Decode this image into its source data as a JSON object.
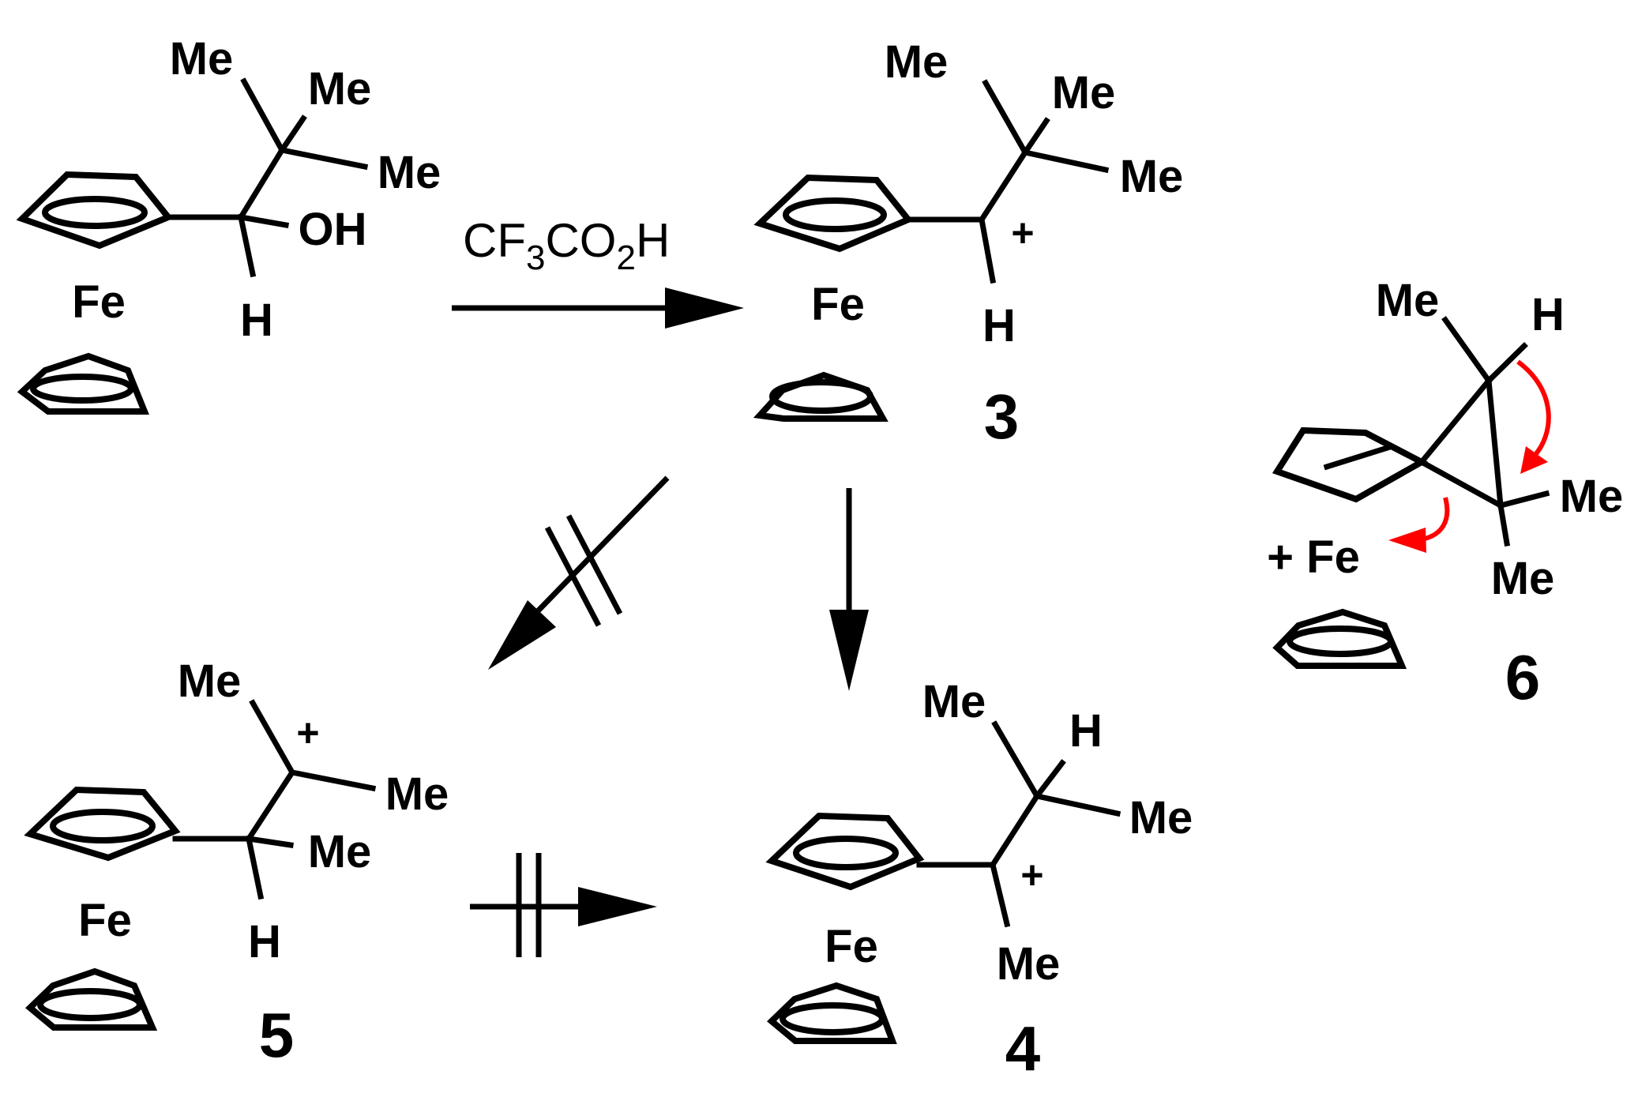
{
  "labels": {
    "me": "Me",
    "fe": "Fe",
    "h": "H",
    "oh": "OH",
    "plus": "+",
    "plus_fe": "+ Fe"
  },
  "reagent": {
    "a": "CF",
    "sub1": "3",
    "b": "CO",
    "sub2": "2",
    "c": "H"
  },
  "compounds": {
    "c3": "3",
    "c4": "4",
    "c5": "5",
    "c6": "6"
  },
  "colors": {
    "ink": "#000000",
    "arrow_push": "#ff0000"
  }
}
